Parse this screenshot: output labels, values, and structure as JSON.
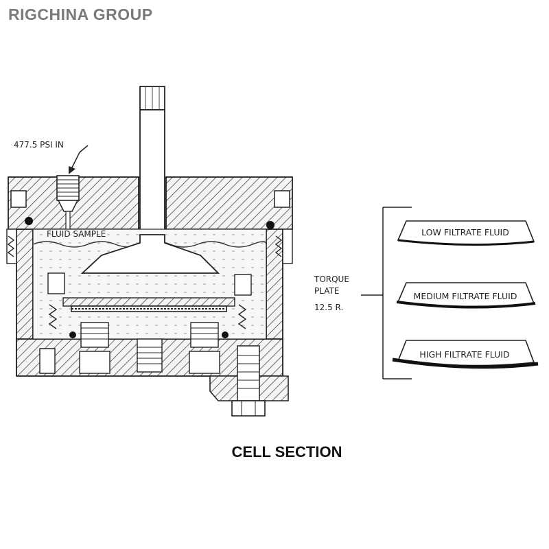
{
  "brand": "RIGCHINA GROUP",
  "caption": "CELL SECTION",
  "labels": {
    "pressure_in": "477.5 PSI IN",
    "fluid_sample": "FLUID SAMPLE",
    "torque_line1": "TORQUE",
    "torque_line2": "PLATE",
    "torque_line3": "12.5 R."
  },
  "plates": [
    {
      "label": "LOW FILTRATE FLUID"
    },
    {
      "label": "MEDIUM FILTRATE FLUID"
    },
    {
      "label": "HIGH FILTRATE FLUID"
    }
  ]
}
